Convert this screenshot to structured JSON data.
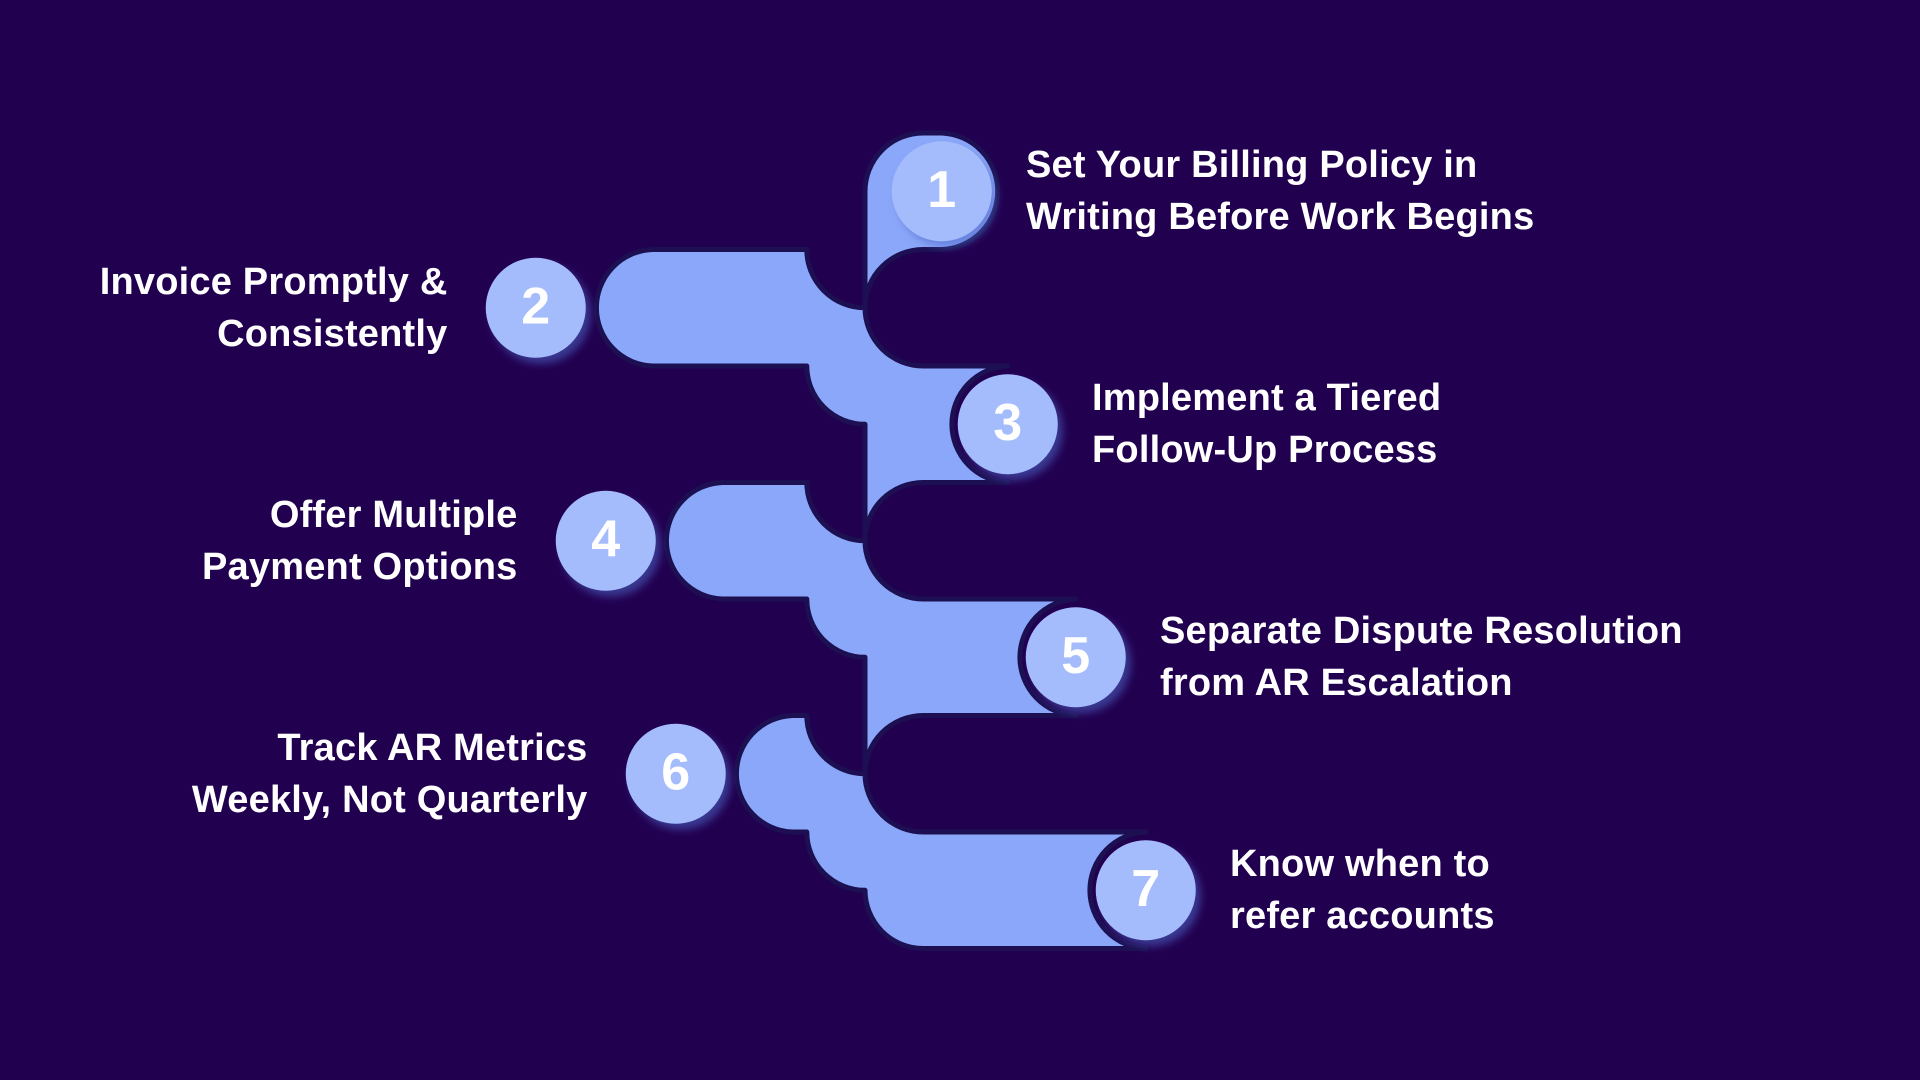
{
  "colors": {
    "background": "#220050",
    "path": "#8ba7f9",
    "circle": "#a4bcfc",
    "text": "#ffffff"
  },
  "steps": [
    {
      "number": "1",
      "line1": "Set Your Billing Policy in",
      "line2": "Writing Before Work Begins",
      "side": "right"
    },
    {
      "number": "2",
      "line1": "Invoice Promptly &",
      "line2": "Consistently",
      "side": "left"
    },
    {
      "number": "3",
      "line1": "Implement a Tiered",
      "line2": "Follow-Up Process",
      "side": "right"
    },
    {
      "number": "4",
      "line1": "Offer Multiple",
      "line2": "Payment Options",
      "side": "left"
    },
    {
      "number": "5",
      "line1": "Separate Dispute Resolution",
      "line2": "from AR Escalation",
      "side": "right"
    },
    {
      "number": "6",
      "line1": "Track AR Metrics",
      "line2": "Weekly, Not Quarterly",
      "side": "left"
    },
    {
      "number": "7",
      "line1": "Know when to",
      "line2": "refer accounts",
      "side": "right"
    }
  ]
}
